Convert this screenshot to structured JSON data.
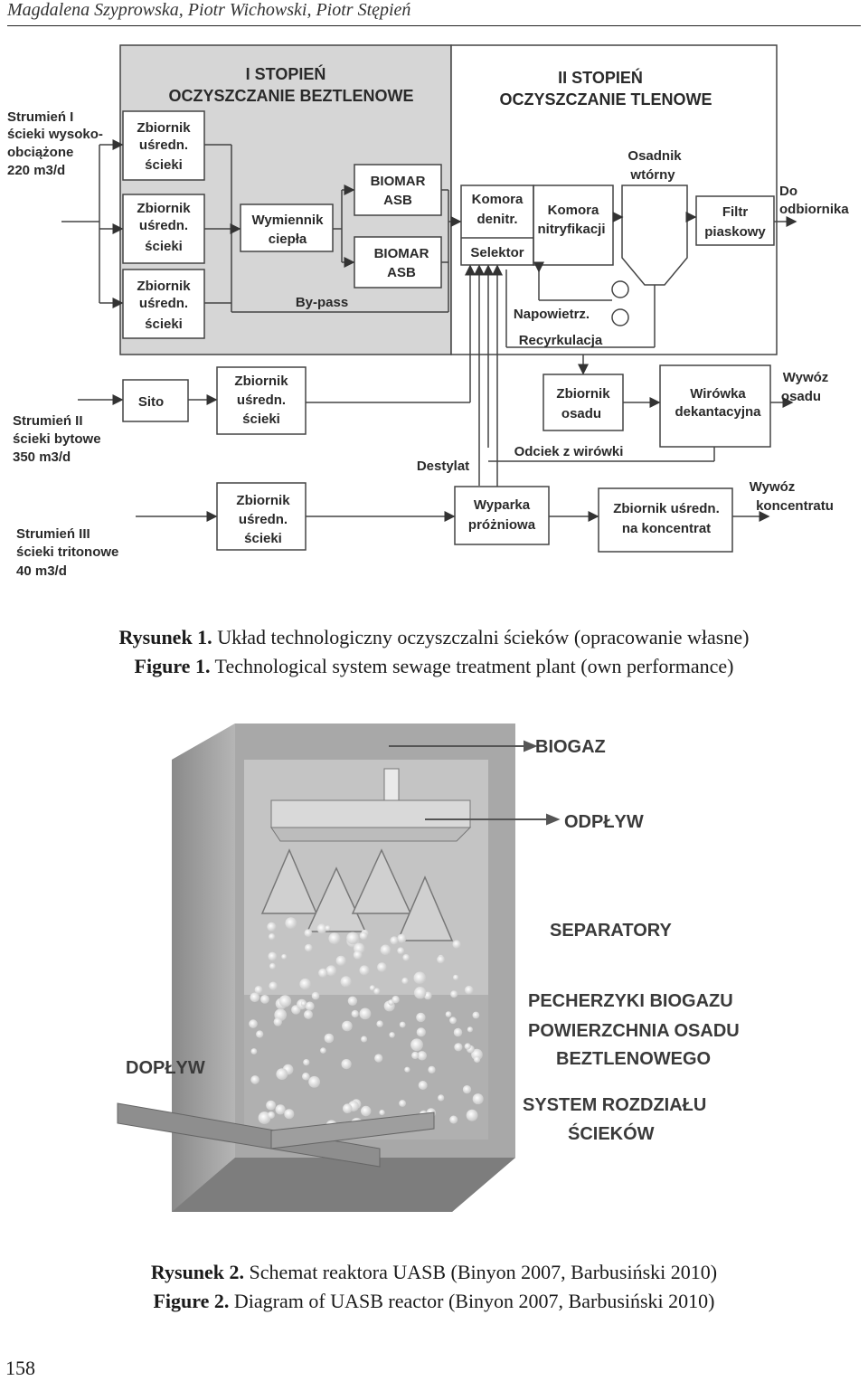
{
  "header": {
    "authors": "Magdalena Szyprowska, Piotr Wichowski, Piotr Stępień"
  },
  "figure1": {
    "stage1_title_1": "I STOPIEŃ",
    "stage1_title_2": "OCZYSZCZANIE BEZTLENOWE",
    "stage2_title_1": "II STOPIEŃ",
    "stage2_title_2": "OCZYSZCZANIE TLENOWE",
    "stream1": [
      "Strumień I",
      "ścieki wysoko-",
      "obciążone",
      "220 m3/d"
    ],
    "stream2": [
      "Strumień II",
      "ścieki bytowe",
      "350 m3/d"
    ],
    "stream3": [
      "Strumień III",
      "ścieki tritonowe",
      "40 m3/d"
    ],
    "tank": [
      "Zbiornik",
      "uśredn.",
      "ścieki"
    ],
    "heat_exchanger": [
      "Wymiennik",
      "ciepła"
    ],
    "biomar": [
      "BIOMAR",
      "ASB"
    ],
    "bypass": "By-pass",
    "denitr": [
      "Komora",
      "denitr."
    ],
    "selektor": "Selektor",
    "nitrif": [
      "Komora",
      "nitryfikacji"
    ],
    "secondary_settler": [
      "Osadnik",
      "wtórny"
    ],
    "sand_filter": [
      "Filtr",
      "piaskowy"
    ],
    "receiver": [
      "Do",
      "odbiornika"
    ],
    "aeration": "Napowietrz.",
    "recirculation": "Recyrkulacja",
    "sieve": "Sito",
    "sludge_tank": [
      "Zbiornik",
      "osadu"
    ],
    "centrifuge": [
      "Wirówka",
      "dekantacyjna"
    ],
    "sludge_removal": [
      "Wywóz",
      "osadu"
    ],
    "centrate": "Odciek z wirówki",
    "distillate": "Destylat",
    "evaporator": [
      "Wyparka",
      "próżniowa"
    ],
    "concentrate_tank": [
      "Zbiornik uśredn.",
      "na koncentrat"
    ],
    "concentrate_removal": [
      "Wywóz",
      "koncentratu"
    ],
    "caption_pl_label": "Rysunek 1.",
    "caption_pl_text": " Układ technologiczny oczyszczalni ścieków (opracowanie własne)",
    "caption_en_label": "Figure 1.",
    "caption_en_text": " Technological system sewage treatment plant (own performance)"
  },
  "figure2": {
    "biogaz": "BIOGAZ",
    "odplyw": "ODPŁYW",
    "separatory": "SEPARATORY",
    "pecherzyki": "PECHERZYKI BIOGAZU",
    "powierzchnia_1": "POWIERZCHNIA OSADU",
    "powierzchnia_2": "BEZTLENOWEGO",
    "doplyw": "DOPŁYW",
    "system_1": "SYSTEM ROZDZIAŁU",
    "system_2": "ŚCIEKÓW",
    "caption_pl_label": "Rysunek 2.",
    "caption_pl_text": " Schemat reaktora UASB (Binyon 2007, Barbusiński 2010)",
    "caption_en_label": "Figure 2.",
    "caption_en_text": " Diagram of UASB reactor (Binyon 2007, Barbusiński 2010)"
  },
  "page_number": "158"
}
